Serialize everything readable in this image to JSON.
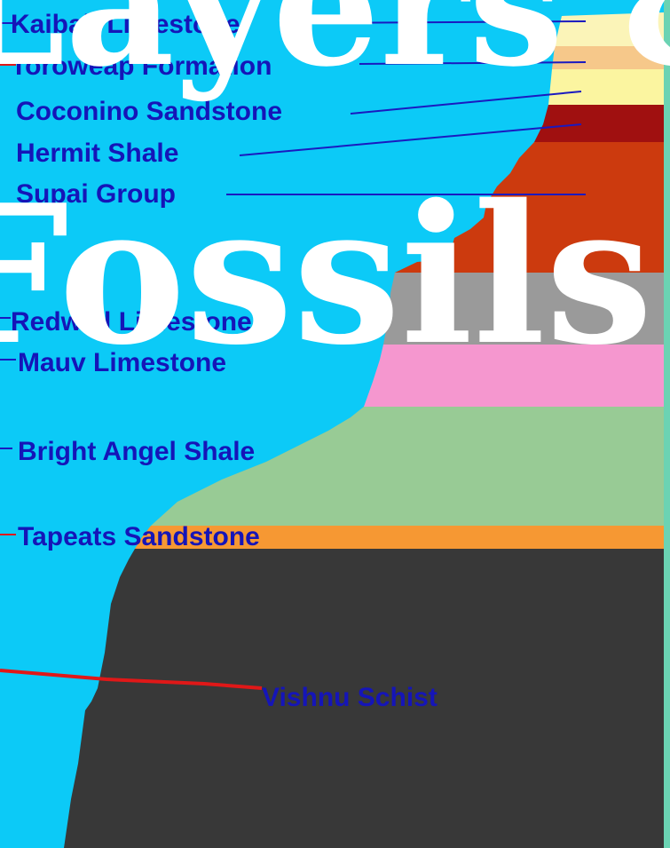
{
  "colors": {
    "sky": "#0ccaf7",
    "frame": "#6bd3b3",
    "label_text": "#1515b8",
    "leader_line": "#1a1ac0",
    "vishnu_leader": "#e01818",
    "kaibab": "#fbf4b8",
    "toroweap": "#f6c88a",
    "coconino": "#fbf5a0",
    "hermit": "#a01010",
    "supai": "#cc3a0e",
    "redwall": "#9a9a9a",
    "muav": "#f597cf",
    "bright_angel": "#98cb95",
    "tapeats": "#f69833",
    "vishnu": "#383838",
    "overlay_text": "#ffffff"
  },
  "labels": {
    "kaibab": "Kaibab Limestone",
    "toroweap": "Toroweap Formation",
    "coconino": "Coconino Sandstone",
    "hermit": "Hermit Shale",
    "supai": "Supai Group",
    "redwall": "Redwall Limestone",
    "muav": "Mauv Limestone",
    "bright_angel": "Bright Angel Shale",
    "tapeats": "Tapeats Sandstone",
    "vishnu": "Vishnu Schist"
  },
  "overlay": {
    "line1": "Layers &",
    "line2": "Fossils"
  }
}
